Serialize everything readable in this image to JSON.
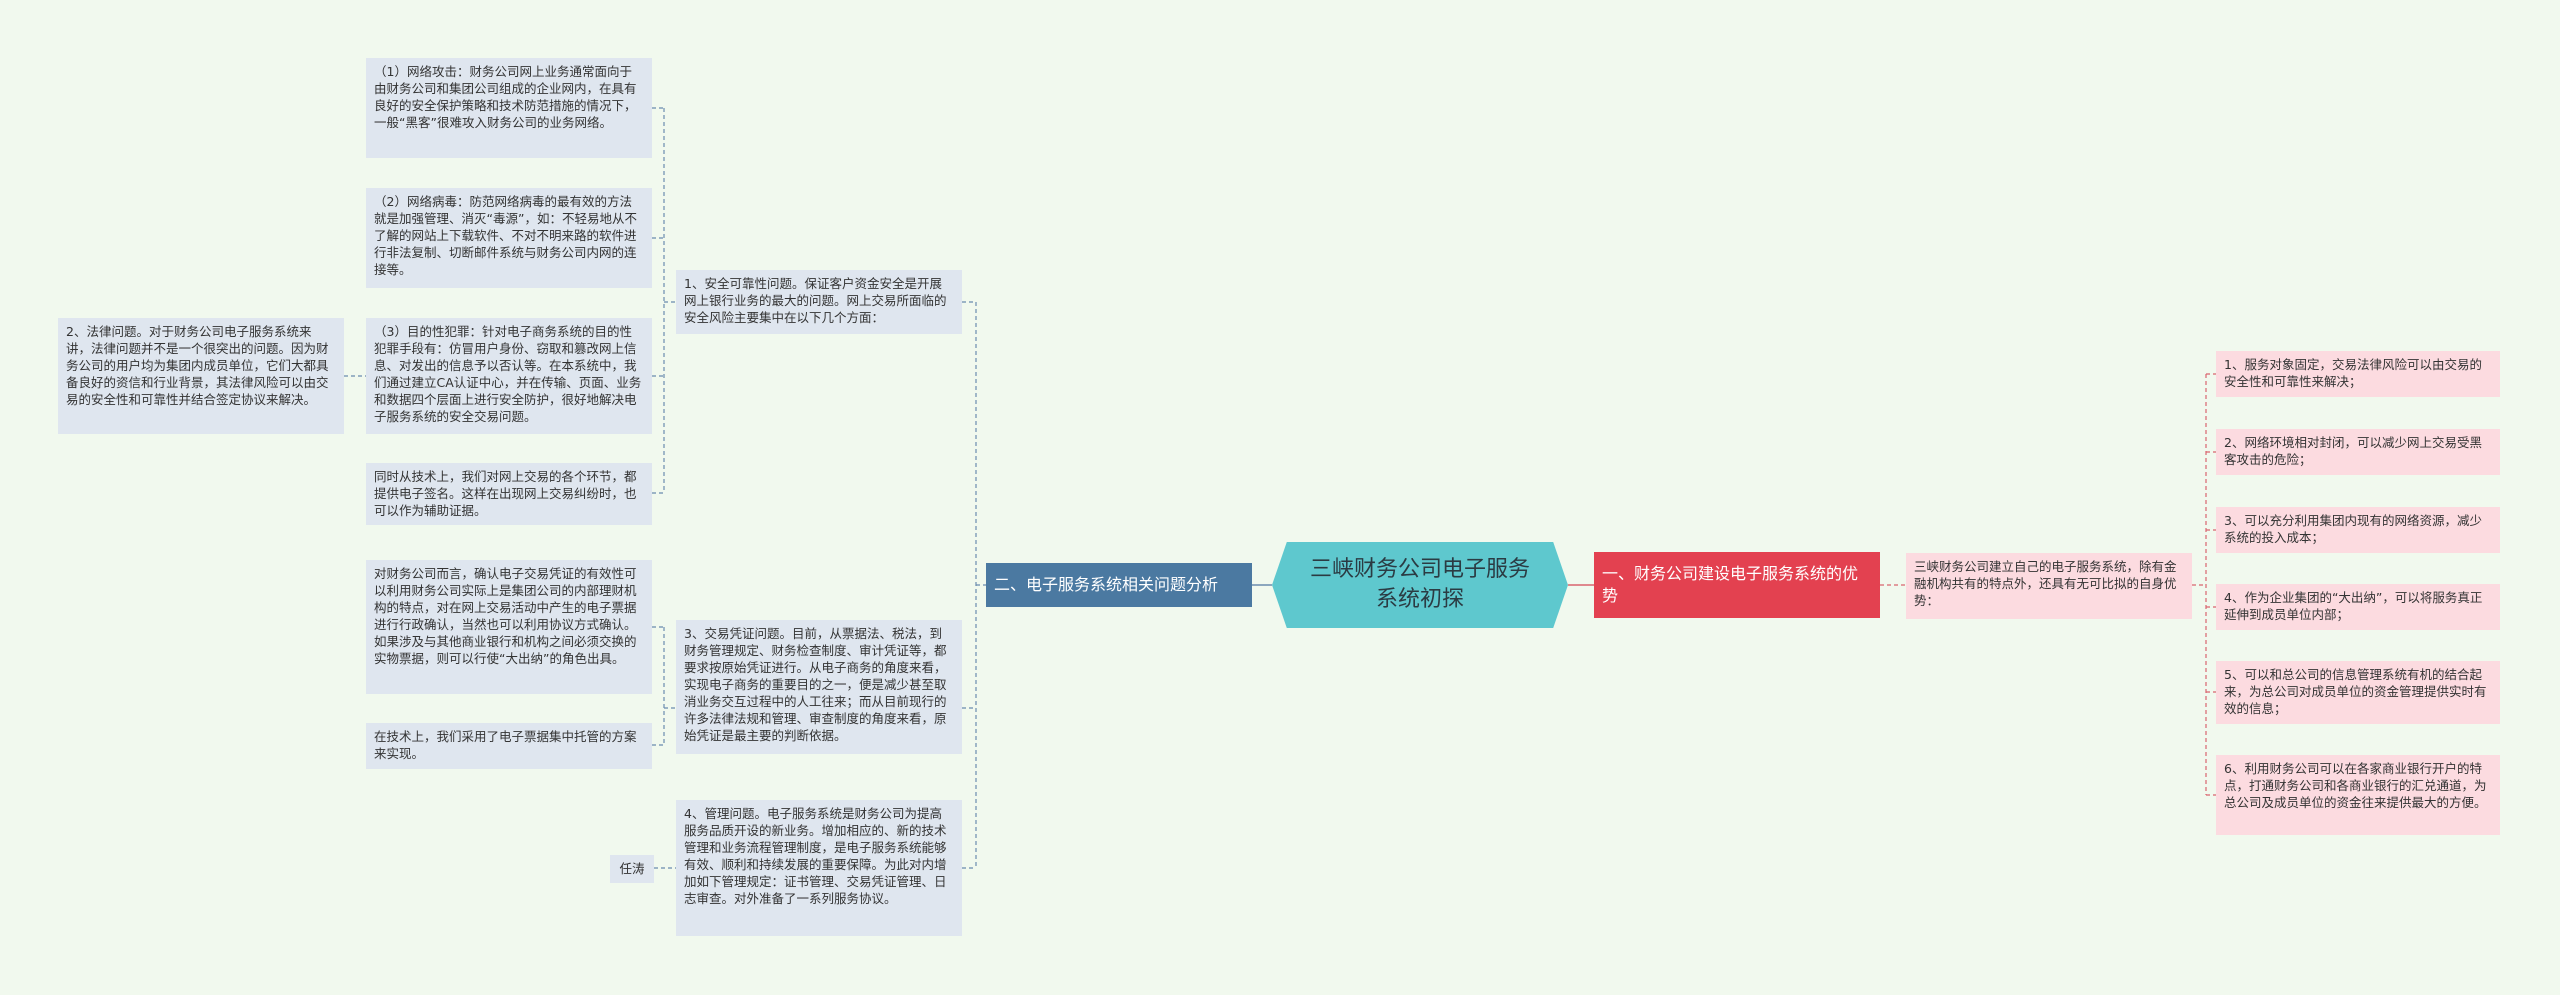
{
  "root": {
    "title": "三峡财务公司电子服务系统初探"
  },
  "left_branch": {
    "title": "二、电子服务系统相关问题分析",
    "groups": [
      {
        "text": "1、安全可靠性问题。保证客户资金安全是开展网上银行业务的最大的问题。网上交易所面临的安全风险主要集中在以下几个方面：",
        "children": [
          "（1）网络攻击：财务公司网上业务通常面向于由财务公司和集团公司组成的企业网内，在具有良好的安全保护策略和技术防范措施的情况下，一般“黑客”很难攻入财务公司的业务网络。",
          "（2）网络病毒：防范网络病毒的最有效的方法就是加强管理、消灭“毒源”，如：不轻易地从不了解的网站上下载软件、不对不明来路的软件进行非法复制、切断邮件系统与财务公司内网的连接等。",
          "（3）目的性犯罪：针对电子商务系统的目的性犯罪手段有：仿冒用户身份、窃取和篡改网上信息、对发出的信息予以否认等。在本系统中，我们通过建立CA认证中心，并在传输、页面、业务和数据四个层面上进行安全防护，很好地解决电子服务系统的安全交易问题。",
          "同时从技术上，我们对网上交易的各个环节，都提供电子签名。这样在出现网上交易纠纷时，也可以作为辅助证据。"
        ],
        "grandchild": "2、法律问题。对于财务公司电子服务系统来讲，法律问题并不是一个很突出的问题。因为财务公司的用户均为集团内成员单位，它们大都具备良好的资信和行业背景，其法律风险可以由交易的安全性和可靠性并结合签定协议来解决。"
      },
      {
        "text": "3、交易凭证问题。目前，从票据法、税法，到财务管理规定、财务检查制度、审计凭证等，都要求按原始凭证进行。从电子商务的角度来看，实现电子商务的重要目的之一，便是减少甚至取消业务交互过程中的人工往来；而从目前现行的许多法律法规和管理、审查制度的角度来看，原始凭证是最主要的判断依据。",
        "children": [
          "对财务公司而言，确认电子交易凭证的有效性可以利用财务公司实际上是集团公司的内部理财机构的特点，对在网上交易活动中产生的电子票据进行行政确认，当然也可以利用协议方式确认。如果涉及与其他商业银行和机构之间必须交换的实物票据，则可以行使“大出纳”的角色出具。",
          "在技术上，我们采用了电子票据集中托管的方案来实现。"
        ]
      },
      {
        "text": "4、管理问题。电子服务系统是财务公司为提高服务品质开设的新业务。增加相应的、新的技术管理和业务流程管理制度，是电子服务系统能够有效、顺利和持续发展的重要保障。为此对内增加如下管理规定：证书管理、交易凭证管理、日志审查。对外准备了一系列服务协议。",
        "children": [
          "任涛"
        ]
      }
    ]
  },
  "right_branch": {
    "title": "一、财务公司建设电子服务系统的优势",
    "summary": "三峡财务公司建立自己的电子服务系统，除有金融机构共有的特点外，还具有无可比拟的自身优势：",
    "items": [
      "1、服务对象固定，交易法律风险可以由交易的安全性和可靠性来解决；",
      "2、网络环境相对封闭，可以减少网上交易受黑客攻击的危险；",
      "3、可以充分利用集团内现有的网络资源，减少系统的投入成本；",
      "4、作为企业集团的“大出纳”，可以将服务真正延伸到成员单位内部；",
      "5、可以和总公司的信息管理系统有机的结合起来，为总公司对成员单位的资金管理提供实时有效的信息；",
      "6、利用财务公司可以在各家商业银行开户的特点，打通财务公司和各商业银行的汇兑通道，为总公司及成员单位的资金往来提供最大的方便。"
    ]
  },
  "colors": {
    "background": "#f1f9ee",
    "root": "#5ec8ce",
    "left_branch": "#4b79a1",
    "right_branch": "#e34150",
    "left_leaf": "#dfe6ef",
    "right_leaf": "#fcdbe0",
    "left_line": "#6a8cae",
    "right_line": "#d9646f"
  }
}
